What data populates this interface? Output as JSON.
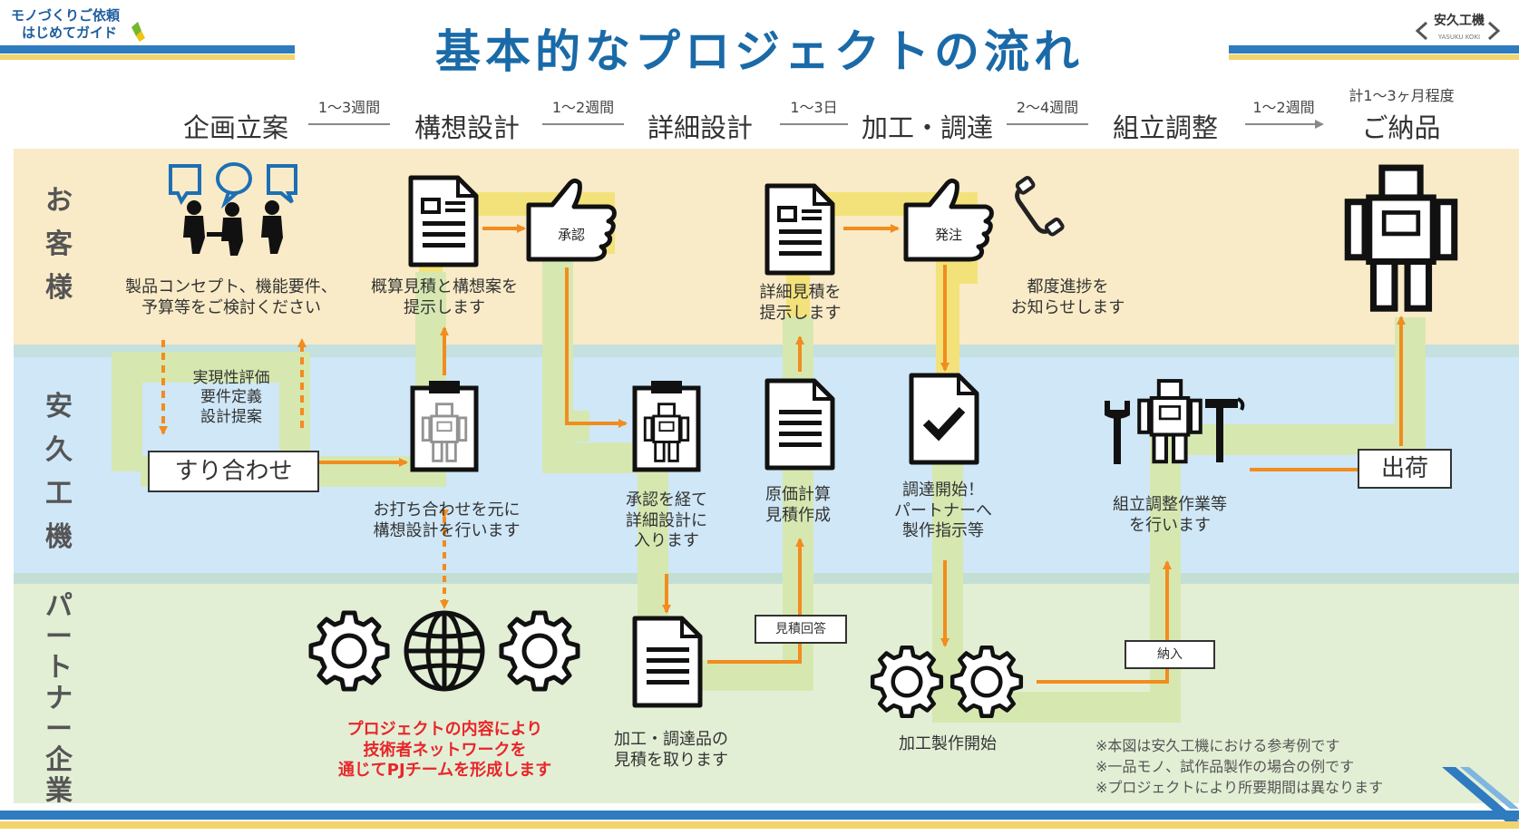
{
  "brand": {
    "line1": "モノづくりご依頼",
    "line2": "はじめてガイド",
    "company": "安久工機",
    "company_sub": "YASUKU KOKI"
  },
  "title": "基本的なプロジェクトの流れ",
  "phases": [
    "企画立案",
    "構想設計",
    "詳細設計",
    "加工・調達",
    "組立調整",
    "ご納品"
  ],
  "durations": [
    "1〜3週間",
    "1〜2週間",
    "1〜3日",
    "2〜4週間",
    "1〜2週間"
  ],
  "total_duration": "計1〜3ヶ月程度",
  "bands": {
    "customer": "お客様",
    "yasuku": "安久工機",
    "partner": "パートナー企業"
  },
  "texts": {
    "customer_concept": "製品コンセプト、機能要件、\n予算等をご検討ください",
    "estimate_proposal": "概算見積と構想案を\n提示します",
    "detail_estimate": "詳細見積を\n提示します",
    "progress_notice": "都度進捗を\nお知らせします",
    "feasibility": "実現性評価\n要件定義\n設計提案",
    "concept_design": "お打ち合わせを元に\n構想設計を行います",
    "after_approval": "承認を経て\n詳細設計に\n入ります",
    "cost_calc": "原価計算\n見積作成",
    "procurement_start": "調達開始！\nパートナーへ\n製作指示等",
    "assembly_work": "組立調整作業等\nを行います",
    "partner_team": "プロジェクトの内容により\n技術者ネットワークを\n通じてPJチームを形成します",
    "parts_estimate": "加工・調達品の\n見積を取ります",
    "manufacturing_start": "加工製作開始"
  },
  "labels": {
    "meeting": "すり合わせ",
    "shipping": "出荷",
    "approval": "承認",
    "order": "発注",
    "estimate_reply": "見積回答",
    "delivery": "納入"
  },
  "notes": "※本図は安久工機における参考例です\n※一品モノ、試作品製作の場合の例です\n※プロジェクトにより所要期間は異なります",
  "colors": {
    "title_blue": "#1a6aa8",
    "orange": "#f28c1e",
    "customer_band": "#f9ebc7",
    "yasuku_band": "#cfe7f7",
    "partner_band": "#e3efd5",
    "flow_green": "#d6e8b0",
    "flow_yellow": "#f3e27a",
    "red_text": "#e8262a"
  },
  "icons": [
    "speech-bubble-icon",
    "meeting-people-icon",
    "document-icon",
    "thumbs-up-icon",
    "telephone-icon",
    "robot-icon",
    "clipboard-icon",
    "check-document-icon",
    "gear-icon",
    "globe-icon",
    "wrench-icon",
    "hammer-icon"
  ]
}
